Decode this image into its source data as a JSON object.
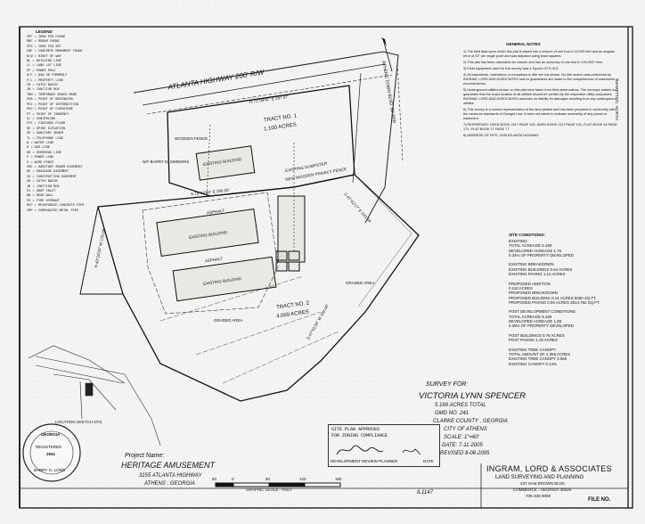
{
  "title_block": {
    "survey_for_label": "SURVEY FOR:",
    "client": "VICTORIA LYNN SPENCER",
    "acres_total": "5.169 ACRES TOTAL",
    "gmd": "GMD NO. 241",
    "county": "CLARKE COUNTY , GEORGIA",
    "city": "CITY OF ATHENS",
    "scale": "SCALE: 1\"=60'",
    "date": "DATE: 7-11-2005",
    "revised": "REVISED 8-08-2005",
    "sheet_id": "IL1147",
    "file_no": "FILE NO."
  },
  "project": {
    "label": "Project Name:",
    "name": "HERITAGE AMUSEMENT",
    "address": "3155 ATLANTA HIGHWAY",
    "city_state": "ATHENS , GEORGIA"
  },
  "firm": {
    "name": "INGRAM, LORD & ASSOCIATES",
    "subtitle": "LAND SURVEYING AND PLANNING",
    "street": "437 SAM BROWN BLVD.",
    "city": "COMMERCE , GEORGIA 30529",
    "phone": "706-335-9069"
  },
  "approval_stamp": {
    "line1": "SITE PLAN APPROVED",
    "line2": "FOR ZONING COMPLIANCE",
    "signer_title": "DEVELOPMENT REVIEW PLANNER",
    "date_label": "DATE"
  },
  "seal": {
    "top": "GEORGIA",
    "middle": "REGISTERED",
    "number": "2541",
    "bottom": "BARRY G. LORD"
  },
  "graphic_scale": {
    "label": "GRAPHIC SCALE - FEET",
    "ticks": [
      "60",
      "0",
      "60",
      "120",
      "180"
    ]
  },
  "map_labels": {
    "highway": "ATLANTA HIGHWAY 200' R/W",
    "road_right": "ATHENS TOWN BLVD. 60' R/W",
    "tract1_name": "TRACT NO. 1",
    "tract1_acres": "1.100 ACRES",
    "tract2_name": "TRACT NO. 2",
    "tract2_acres": "4.069 ACRES",
    "existing_building": "EXISTING BUILDING",
    "asphalt": "ASPHALT",
    "graded_area": "GRADED AREA",
    "wooden_fence": "WOODEN FENCE",
    "dumpster": "EXISTING DUMPSTER",
    "privacy_fence": "NEW WOODEN PRIVACY FENCE",
    "neighbor": "N/F BARRY D. SIMMONS",
    "bearing_top": "N 71°09'41\" E 287.07'",
    "bearing_mid": "S 79°53'06\" E 290.00'",
    "bearing_right": "S 47°42'17\" E 223.04'",
    "bearing_left": "N 40°28'26\" W 176.08'",
    "bearing_bottom": "S 47°01'20\" W 200.00'",
    "location_sketch": "LOCATION SKETCH NTS",
    "mamed_mark": "MAMETTE/C. NORTH",
    "legend_title": "LEGEND"
  },
  "legend_items": [
    "IPF = IRON PIN FOUND",
    "RBF = REBAR FOUND",
    "IPS = IRON PIN SET",
    "CMF = CONCRETE MONUMENT FOUND",
    "R/W = RIGHT OF WAY",
    "BL = BUILDING LINE",
    "LL = LAND LOT LINE",
    "PP = POWER POLE",
    "N/F = NOW OR FORMERLY",
    "P/L = PROPERTY LINE",
    "CB = CATCH BASIN",
    "JB = JUNCTION BOX",
    "TBM = TEMPORARY BENCH MARK",
    "POB = POINT OF BEGINNING",
    "POI = POINT OF INTERSECTION",
    "POC = POINT OF CURVATURE",
    "PT = POINT OF TANGENCY",
    "CL = CENTERLINE",
    "FFE = FINISHED FLOOR",
    "SE = SPIKE ELEVATION",
    "SS = SANITARY SEWER",
    "TL = TELEPHONE LINE",
    "W = WATER LINE",
    "G = GAS LINE",
    "OH = OVERHEAD LINE",
    "P = POWER LINE",
    "X = WIRE FENCE",
    "SSE = SANITARY SEWER EASEMENT",
    "DE = DRAINAGE EASEMENT",
    "CO = CONSTRUCTION EASEMENT",
    "CB = CATCH BASIN",
    "JB = JUNCTION BOX",
    "DI = DROP INLET",
    "HW = HEAD WALL",
    "FH = FIRE HYDRANT",
    "RCP = REINFORCED CONCRETE PIPE",
    "CMP = CORRUGATED METAL PIPE"
  ],
  "general_notes": {
    "title": "GENERAL NOTES",
    "items": [
      "1) The field data upon which this plat is based has a closure of one foot in 15,000 feet and an angular error of 02\" per angle point and was adjusted using least squares.",
      "2) This plat has been calculated for closure and has an accuracy of one foot in 100,000+ feet.",
      "3) Field equipment used for this survey was a Topcon GTS-313.",
      "4) All easements, restrictions or exceptions to title are not shown. No title search was performed by INGRAM, LORD AND ASSOCIATES and no guarantees are made to the completeness of easements or encumbrances.",
      "5) Underground utilities shown on this plat were taken from field observations. The surveyor makes no guarantee that the exact location of all utilities should be verified by the respective utility companies. INGRAM, LORD AND ASSOCIATES assumes no liability for damages resulting from any underground utilities.",
      "6) This survey is a correct representation of the land platted and has been prepared in conformity with the minimum standards of Georgia Law. It does not intend to indicate ownership of any parcel or easement.",
      "7) REFERENCE: DEED BOOK 2117 PAGE 129, DEED BOOK 2117 PAGE 131, PLAT BOOK 15 PAGE 171, PLAT BOOK 17 PAGE 77",
      "8) ADDRESS OF SITE: 3155 ATLANTA HIGHWAY"
    ]
  },
  "site_conditions": {
    "title": "SITE CONDITIONS:",
    "lines": [
      "EXISTING:",
      "TOTAL ACREAGE      5.169",
      "DEVELOPED ACREAGE  1.76",
      "0.34% OF PROPERTY DEVELOPED",
      "",
      "EXISTING BREAKDOWN",
      "EXISTING BUILDINGS  0.64 ACRES",
      "EXISTING PAVING     1.12 ACRES",
      "",
      "PROPOSED ADDITION",
      "0.118 ACRES",
      "PROPOSED BREAKDOWN",
      "PROPOSED BUILDING  0.14 ACRES  6000 SQ.FT.",
      "PROPOSED PAVING    0.09 ACRES  3914.782 SQ.FT.",
      "",
      "POST DEVELOPMENT CONDITIONS",
      "TOTAL ACREAGE      5.169",
      "DEVELOPED ACREAGE  1.98",
      "0.38% OF PROPERTY DEVELOPED",
      "",
      "POST BUILDINGS     0.78 ACRES",
      "POST PAVING        1.19 ACRES",
      "",
      "EXISTING TREE CANOPY",
      "TOTAL AMOUNT OF 4.069 ACRES",
      "EXISTING TREE CANOPY 2.960",
      "EXISTING CANOPY 0.14%"
    ]
  }
}
